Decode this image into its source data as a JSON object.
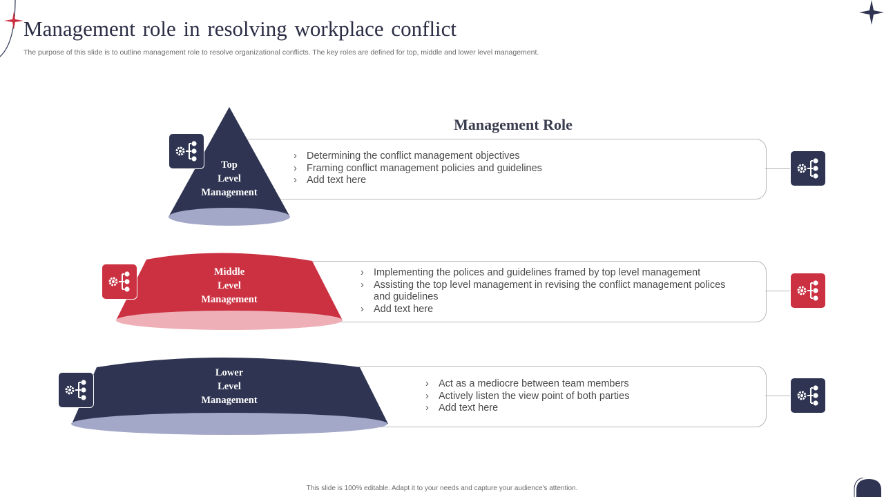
{
  "header": {
    "title": "Management role in resolving workplace conflict",
    "subtitle": "The purpose of this slide is to outline management role to resolve organizational conflicts. The key roles are defined for top, middle and lower level management."
  },
  "section_heading": "Management Role",
  "levels": [
    {
      "label_lines": [
        "Top",
        "Level",
        "Management"
      ],
      "color": "#2e3451",
      "bullets": [
        "Determining the conflict management objectives",
        "Framing conflict management policies and guidelines",
        "Add text here"
      ]
    },
    {
      "label_lines": [
        "Middle",
        "Level",
        "Management"
      ],
      "color": "#cb3141",
      "bullets": [
        "Implementing the polices and guidelines framed by top level management",
        "Assisting the top level management in revising the conflict management polices and guidelines",
        "Add text here"
      ]
    },
    {
      "label_lines": [
        "Lower",
        "Level",
        "Management"
      ],
      "color": "#2e3451",
      "bullets": [
        "Act as a mediocre between team members",
        "Actively listen the view point of both parties",
        "Add text here"
      ]
    }
  ],
  "icons": {
    "hierarchy": "gear-hierarchy-icon",
    "decor": "star-icon"
  },
  "footer": "This slide is 100% editable. Adapt it to your needs and capture your audience's attention."
}
